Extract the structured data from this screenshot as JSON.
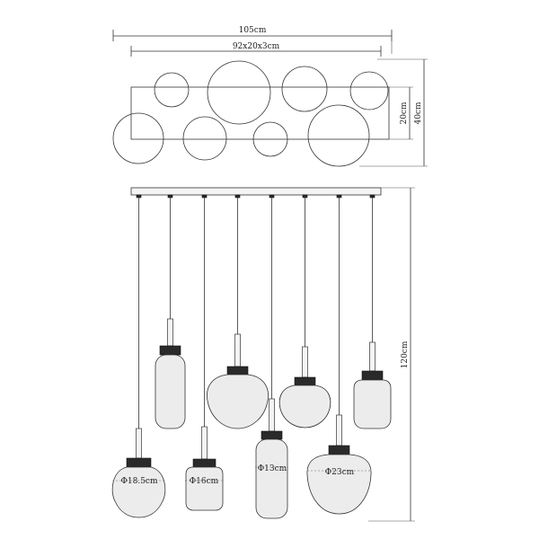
{
  "dimensions": {
    "overall_length": "105cm",
    "plate_size": "92x20x3cm",
    "plate_depth": "20cm",
    "overall_depth": "40cm",
    "overall_height": "120cm"
  },
  "shade_labels": {
    "pendant_1": "Φ18.5cm",
    "pendant_2": "Φ16cm",
    "pendant_3": "Φ13cm",
    "pendant_4": "Φ23cm"
  }
}
